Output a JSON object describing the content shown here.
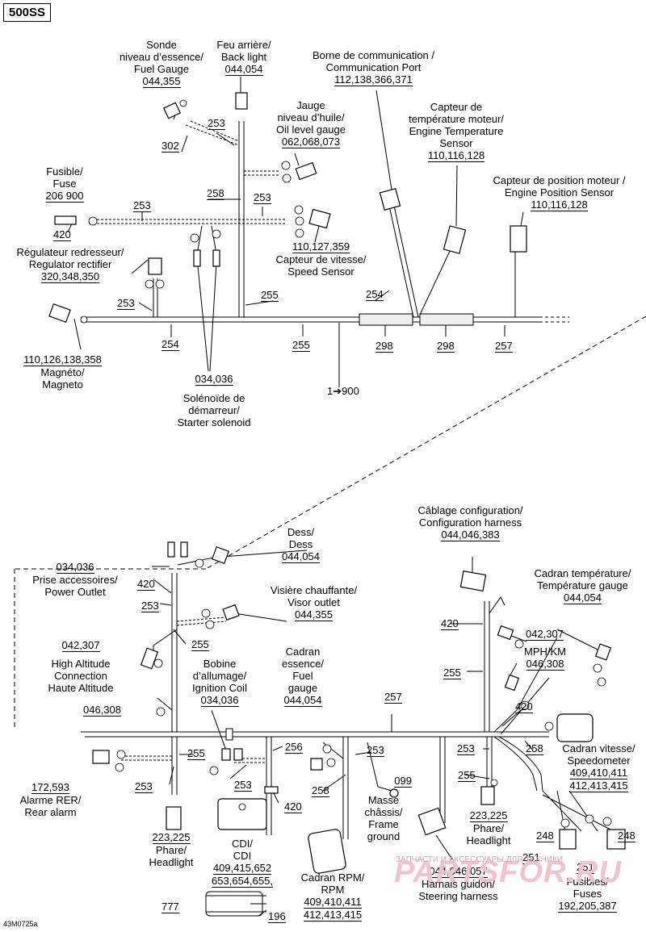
{
  "model": "500SS",
  "drawing_code": "43M0725a",
  "watermark": {
    "line1": "ЗАПЧАСТИ И АКСЕССУАРЫ ДЛЯ ТЕХНИКИ",
    "line2": "PARTSFOR.RU"
  },
  "labels": {
    "fuel_gauge": {
      "fr": "Sonde",
      "fr2": "niveau d’essence/",
      "en": "Fuel Gauge",
      "ref": "044,355"
    },
    "back_light": {
      "fr": "Feu arrière/",
      "en": "Back light",
      "ref": "044,054"
    },
    "comm_port": {
      "fr": "Borne de communication /",
      "en": "Communication Port",
      "ref": "112,138,366,371"
    },
    "oil_level": {
      "fr": "Jauge",
      "fr2": "niveau d’huile/",
      "en": "Oil level gauge",
      "ref": "062,068,073"
    },
    "engine_temp": {
      "fr": "Capteur de",
      "fr2": "température moteur/",
      "en": "Engine Temperature",
      "en2": "Sensor",
      "ref": "110,116,128"
    },
    "engine_pos": {
      "fr": "Capteur de position moteur /",
      "en": "Engine Position Sensor",
      "ref": "110,116,128"
    },
    "fuse_top": {
      "fr": "Fusible/",
      "en": "Fuse",
      "ref": "206 900"
    },
    "regulator": {
      "fr": "Régulateur redresseur/",
      "en": "Regulator rectifier",
      "ref": "320,348,350"
    },
    "speed_sensor": {
      "ref": "110,127,359",
      "fr": "Capteur de vitesse/",
      "en": "Speed Sensor"
    },
    "magneto": {
      "ref": "110,126,138,358",
      "fr": "Magnéto/",
      "en": "Magneto"
    },
    "starter_solenoid": {
      "ref": "034,036",
      "fr": "Solénoïde de",
      "fr2": "démarreur/",
      "en": "Starter solenoid"
    },
    "continue": "1➔900",
    "config_harness": {
      "fr": "Câblage configuration/",
      "en": "Configuration harness",
      "ref": "044,046,383"
    },
    "temp_gauge": {
      "fr": "Cadran température/",
      "en": "Température gauge",
      "ref": "044,054"
    },
    "dess": {
      "fr": "Dess/",
      "en": "Dess",
      "ref": "044,054"
    },
    "power_outlet": {
      "ref": "034,036",
      "fr": "Prise accessoires/",
      "en": "Power Outlet"
    },
    "visor_outlet": {
      "fr": "Visière chauffante/",
      "en": "Visor outlet",
      "ref": "044,355"
    },
    "high_altitude": {
      "ref": "042,307",
      "l1": "High Altitude",
      "l2": "Connection",
      "l3": "Haute Altitude"
    },
    "ignition_coil": {
      "l1": "Bobine",
      "l2": "d’allumage/",
      "l3": "Ignition Coil",
      "ref": "034,036"
    },
    "fuel_dial": {
      "l1": "Cadran",
      "l2": "essence/",
      "l3": "Fuel",
      "l4": "gauge",
      "ref": "044,054"
    },
    "mph_km": {
      "l1": "MPH/KM",
      "ref": "046,308"
    },
    "speedometer": {
      "fr": "Cadran vitesse/",
      "en": "Speedometer",
      "ref1": "409,410,411",
      "ref2": "412,413,415"
    },
    "rear_alarm": {
      "ref": "172,593",
      "fr": "Alarme RER/",
      "en": "Rear alarm"
    },
    "headlight_left": {
      "ref": "223,225",
      "fr": "Phare/",
      "en": "Headlight"
    },
    "cdi": {
      "l1": "CDI/",
      "l2": "CDI",
      "ref1": "409,415,652",
      "ref2": "653,654,655,"
    },
    "frame_ground": {
      "ref": "099",
      "l1": "Masse",
      "l2": "châssis/",
      "l3": "Frame",
      "l4": "ground"
    },
    "rpm_dial": {
      "l1": "Cadran RPM/",
      "l2": "RPM",
      "ref1": "409,410,411",
      "ref2": "412,413,415"
    },
    "headlight_right": {
      "ref": "223,225",
      "fr": "Phare/",
      "en": "Headlight"
    },
    "steering_harness": {
      "ref": "044,046,057",
      "fr": "Harnais guidon/",
      "en": "Steering harness"
    },
    "fuses": {
      "fr": "Fusibles/",
      "en": "Fuses",
      "ref": "192,205,387"
    }
  },
  "callouts": {
    "c302": "302",
    "c253a": "253",
    "c258a": "258",
    "c253b": "253",
    "c253c": "253",
    "c420a": "420",
    "c253d": "253",
    "c255a": "255",
    "c254a": "254",
    "c254b": "254",
    "c255b": "255",
    "c298a": "298",
    "c298b": "298",
    "c257a": "257",
    "c420b": "420",
    "c253e": "253",
    "c255c": "255",
    "c420c": "420",
    "c255d": "255",
    "c042": "042,307",
    "c046": "046,308",
    "c420d": "420",
    "c257b": "257",
    "c258b": "258",
    "c255e": "255",
    "c253f": "253",
    "c256": "256",
    "c253g": "253",
    "c253h": "253",
    "c420e": "420",
    "c258c": "258",
    "c253i": "253",
    "c255f": "255",
    "c777": "777",
    "c196": "196",
    "c248a": "248",
    "c248b": "248",
    "c251a": "251",
    "c251b": "251"
  }
}
